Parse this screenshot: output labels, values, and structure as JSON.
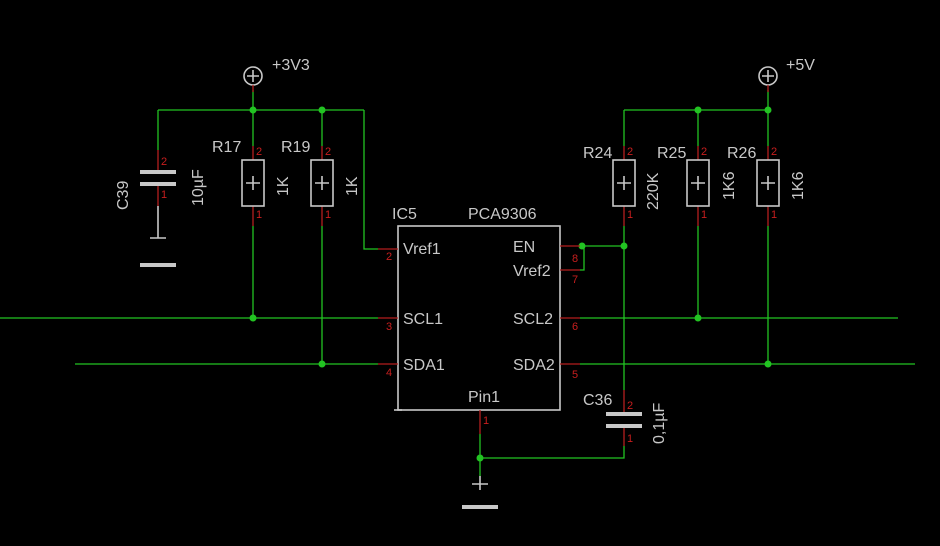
{
  "supplies": {
    "v33": "+3V3",
    "v5": "+5V"
  },
  "ic": {
    "ref": "IC5",
    "part": "PCA9306",
    "pins": {
      "vref1": "Vref1",
      "vref1_num": "2",
      "scl1": "SCL1",
      "scl1_num": "3",
      "sda1": "SDA1",
      "sda1_num": "4",
      "en": "EN",
      "en_num": "8",
      "vref2": "Vref2",
      "vref2_num": "7",
      "scl2": "SCL2",
      "scl2_num": "6",
      "sda2": "SDA2",
      "sda2_num": "5",
      "gnd": "Pin1",
      "gnd_num": "1"
    }
  },
  "components": {
    "r17": {
      "ref": "R17",
      "value": "1K",
      "p1": "1",
      "p2": "2"
    },
    "r19": {
      "ref": "R19",
      "value": "1K",
      "p1": "1",
      "p2": "2"
    },
    "r24": {
      "ref": "R24",
      "value": "220K",
      "p1": "1",
      "p2": "2"
    },
    "r25": {
      "ref": "R25",
      "value": "1K6",
      "p1": "1",
      "p2": "2"
    },
    "r26": {
      "ref": "R26",
      "value": "1K6",
      "p1": "1",
      "p2": "2"
    },
    "c39": {
      "ref": "C39",
      "value": "10µF",
      "p1": "1",
      "p2": "2"
    },
    "c36": {
      "ref": "C36",
      "value": "0,1µF",
      "p1": "1",
      "p2": "2"
    }
  },
  "colors": {
    "background": "#000000",
    "wire": "#22c322",
    "pin": "#b41e1e",
    "symbol": "#c8c8c8",
    "text": "#c8c8c8"
  }
}
